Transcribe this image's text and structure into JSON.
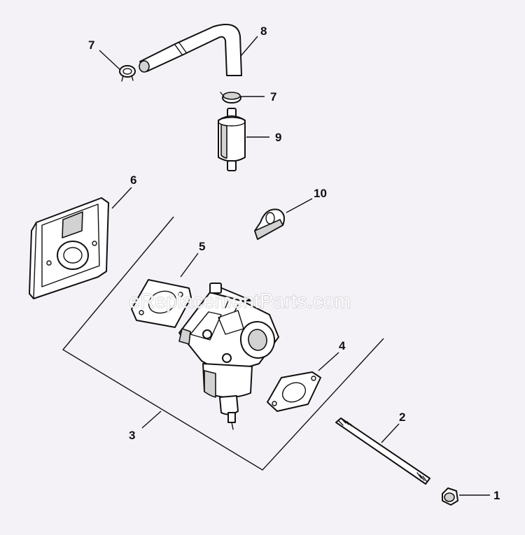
{
  "watermark": "eReplacementParts.com",
  "callouts": {
    "c1": "1",
    "c2": "2",
    "c3": "3",
    "c4": "4",
    "c5": "5",
    "c6": "6",
    "c7a": "7",
    "c7b": "7",
    "c8": "8",
    "c9": "9",
    "c10": "10"
  }
}
